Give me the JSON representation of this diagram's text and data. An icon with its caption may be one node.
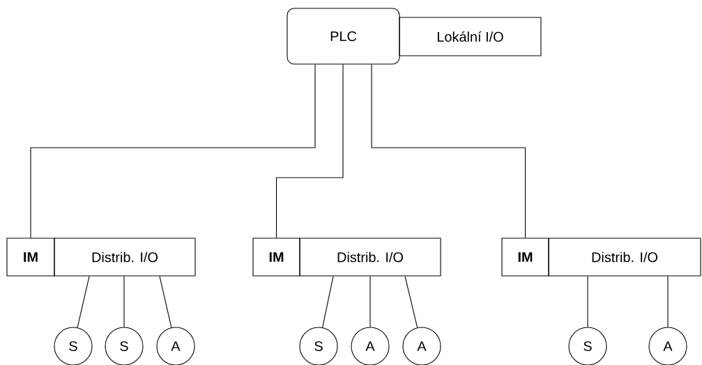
{
  "diagram": {
    "nodes": [
      {
        "text": [
          "PLC"
        ]
      },
      {
        "text": [
          "Lokální I/O"
        ]
      },
      {
        "text": [
          "IM"
        ]
      },
      {
        "text": [
          "Distrib. I/O"
        ]
      },
      {
        "text": [
          "IM"
        ]
      },
      {
        "text": [
          "Distrib. I/O"
        ]
      },
      {
        "text": [
          "IM"
        ]
      },
      {
        "text": [
          "Distrib. I/O"
        ]
      },
      {
        "text": [
          "S"
        ]
      },
      {
        "text": [
          "S"
        ]
      },
      {
        "text": [
          "A"
        ]
      },
      {
        "text": [
          "S"
        ]
      },
      {
        "text": [
          "A"
        ]
      },
      {
        "text": [
          "A"
        ]
      },
      {
        "text": [
          "S"
        ]
      },
      {
        "text": [
          "A"
        ]
      }
    ],
    "edges": [
      {
        "from": 0,
        "to": 2,
        "arrow": "none"
      },
      {
        "from": 0,
        "to": 4,
        "arrow": "none"
      },
      {
        "from": 0,
        "to": 6,
        "arrow": "none"
      },
      {
        "from": 3,
        "to": 8,
        "arrow": "none"
      },
      {
        "from": 3,
        "to": 9,
        "arrow": "none"
      },
      {
        "from": 3,
        "to": 10,
        "arrow": "none"
      },
      {
        "from": 5,
        "to": 11,
        "arrow": "none"
      },
      {
        "from": 5,
        "to": 12,
        "arrow": "none"
      },
      {
        "from": 5,
        "to": 13,
        "arrow": "none"
      },
      {
        "from": 7,
        "to": 14,
        "arrow": "none"
      },
      {
        "from": 7,
        "to": 15,
        "arrow": "none"
      }
    ]
  }
}
